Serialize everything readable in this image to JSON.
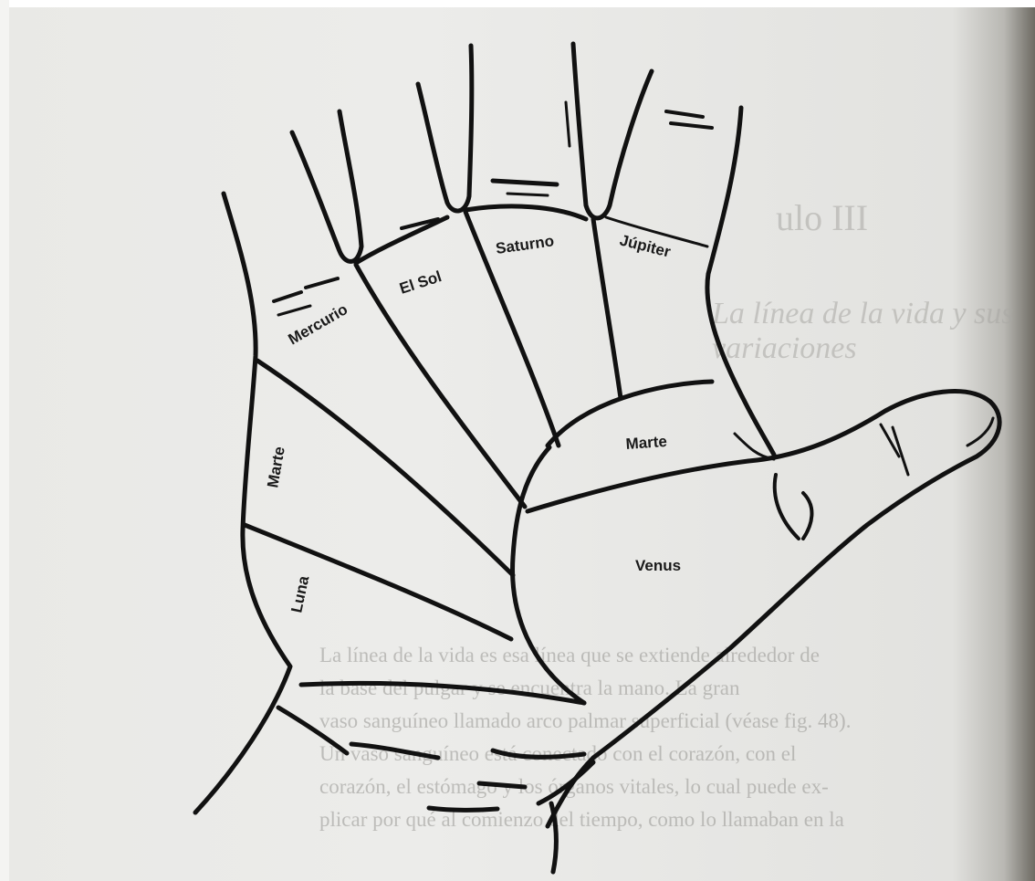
{
  "diagram": {
    "regions": {
      "mercurio": "Mercurio",
      "sol": "El Sol",
      "saturno": "Saturno",
      "jupiter": "Júpiter",
      "marte_superior": "Marte",
      "marte_inferior": "Marte",
      "luna": "Luna",
      "venus": "Venus"
    }
  },
  "background_text": {
    "chapter_fragment": "ulo III",
    "subtitle_fragment": "La línea de la vida y sus variaciones",
    "body_lines": [
      "La línea de la vida es esa línea que se extiende alrededor de",
      "la base del pulgar y se encuentra la mano. La gran",
      "vaso sanguíneo llamado arco palmar superficial (véase fig. 48).",
      "Un vaso sanguíneo está conectado con el corazón, con el",
      "corazón, el estómago y los órganos vitales, lo cual puede ex-",
      "plicar por qué al comienzo del tiempo, como lo llamaban en la"
    ]
  }
}
